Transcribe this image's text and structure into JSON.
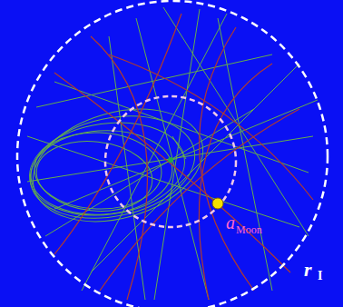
{
  "diagram": {
    "labels": [
      "a",
      "Moon",
      "r",
      "I"
    ]
  }
}
